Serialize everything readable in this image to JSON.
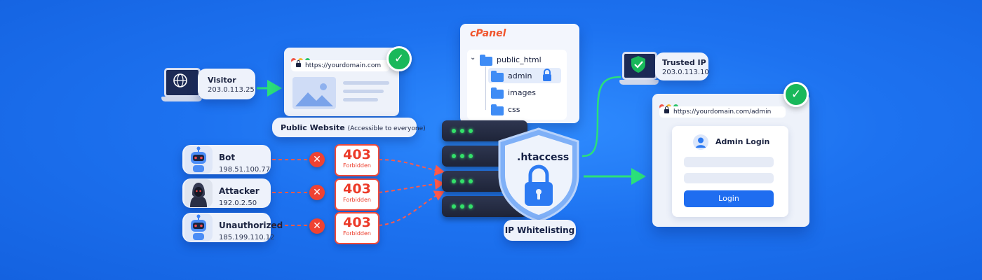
{
  "visitor": {
    "label": "Visitor",
    "ip": "203.0.113.25"
  },
  "public_site": {
    "url": "https://yourdomain.com",
    "caption_main": "Public Website",
    "caption_note": "(Accessible to everyone)"
  },
  "blocked_clients": [
    {
      "label": "Bot",
      "ip": "198.51.100.77",
      "error_code": "403",
      "error_text": "Forbidden"
    },
    {
      "label": "Attacker",
      "ip": "192.0.2.50",
      "error_code": "403",
      "error_text": "Forbidden"
    },
    {
      "label": "Unauthorized",
      "ip": "185.199.110.12",
      "error_code": "403",
      "error_text": "Forbidden"
    }
  ],
  "cpanel": {
    "brand": "cPanel",
    "root_folder": "public_html",
    "folders": [
      "admin",
      "images",
      "css"
    ]
  },
  "shield": {
    "label": ".htaccess",
    "caption": "IP Whitelisting"
  },
  "trusted": {
    "label": "Trusted IP",
    "ip": "203.0.113.10"
  },
  "admin_site": {
    "url": "https://yourdomain.com/admin",
    "title": "Admin Login",
    "button": "Login"
  },
  "colors": {
    "background": "#1d72f0",
    "allow_green": "#19b85a",
    "deny_red": "#ef4a3a",
    "cpanel_orange": "#f0542c"
  },
  "icons": [
    "globe-icon",
    "image-icon",
    "lock-icon",
    "check-icon",
    "x-icon",
    "robot-icon",
    "hacker-icon",
    "folder-icon",
    "server-icon",
    "shield-icon",
    "user-icon"
  ]
}
